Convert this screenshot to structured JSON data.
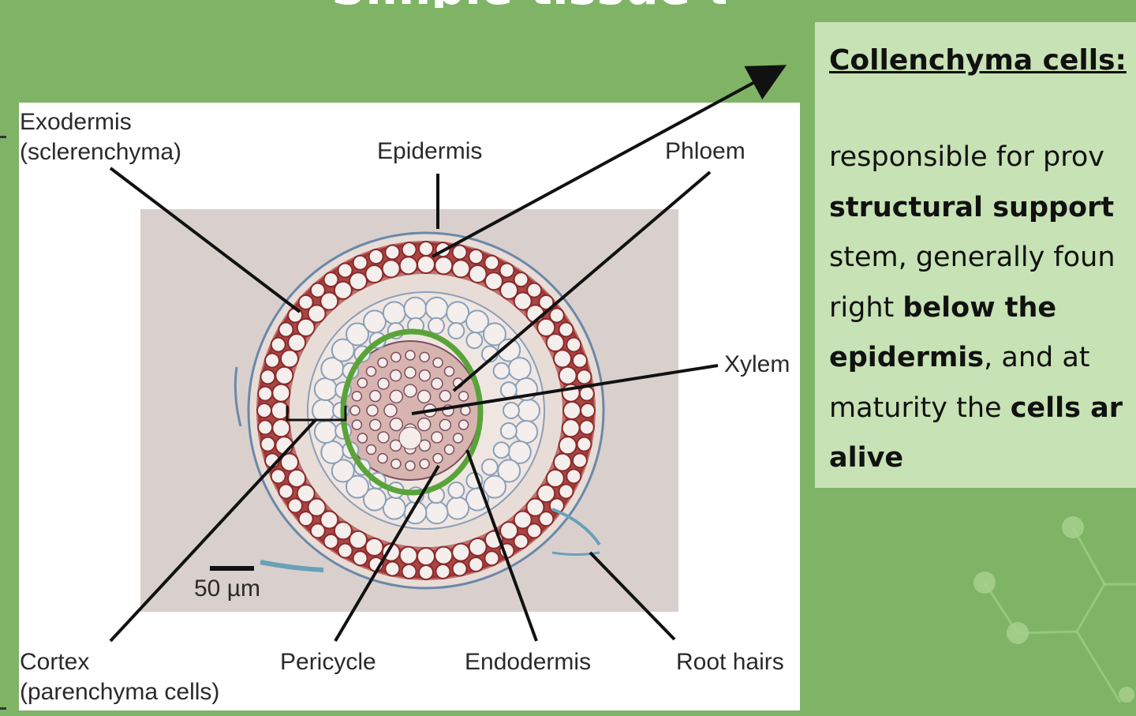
{
  "slide": {
    "title_fragment": "Simple tissue types",
    "background_color": "#7fb366",
    "card_color": "#c7e2b4"
  },
  "diagram": {
    "labels": {
      "exodermis": "Exodermis\n(sclerenchyma)",
      "epidermis": "Epidermis",
      "phloem": "Phloem",
      "xylem": "Xylem",
      "cortex": "Cortex\n(parenchyma cells)",
      "pericycle": "Pericycle",
      "endodermis": "Endodermis",
      "root_hairs": "Root hairs",
      "scale_bar": "50 µm"
    },
    "colors": {
      "stele_ring": "#5aa33a",
      "cell_wall_red": "#9e2b2b",
      "cell_wall_blue": "#6b88a8"
    }
  },
  "card": {
    "heading": "Collenchyma cells:",
    "segments": [
      {
        "text": "responsible for prov",
        "bold": false
      },
      {
        "text": "structural support",
        "bold": true
      },
      {
        "text": "stem, generally foun",
        "bold": false
      },
      {
        "text": "right ",
        "bold": false
      },
      {
        "text": "below the",
        "bold": true
      },
      {
        "text": "epidermis",
        "bold": true
      },
      {
        "text": ", and at",
        "bold": false
      },
      {
        "text": "maturity the ",
        "bold": false
      },
      {
        "text": "cells ar",
        "bold": true
      },
      {
        "text": "alive",
        "bold": true
      }
    ]
  }
}
